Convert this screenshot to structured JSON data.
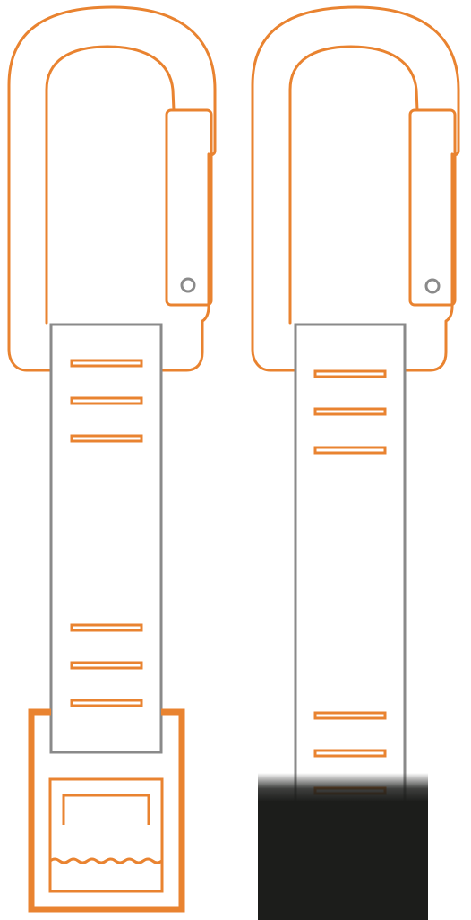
{
  "colors": {
    "orange": "#E98330",
    "gray": "#8A8A8A",
    "dark": "#1C1D1B",
    "background": "#FFFFFF"
  },
  "lanyards": [
    {
      "id": "left",
      "hardware": "carabiner-with-gate",
      "strap_bar_marks": 6,
      "end_fitting": "buckle-with-wave-stitching"
    },
    {
      "id": "right",
      "hardware": "carabiner-with-gate",
      "strap_bar_marks": 6,
      "end_fitting": "dark-sleeve"
    }
  ]
}
